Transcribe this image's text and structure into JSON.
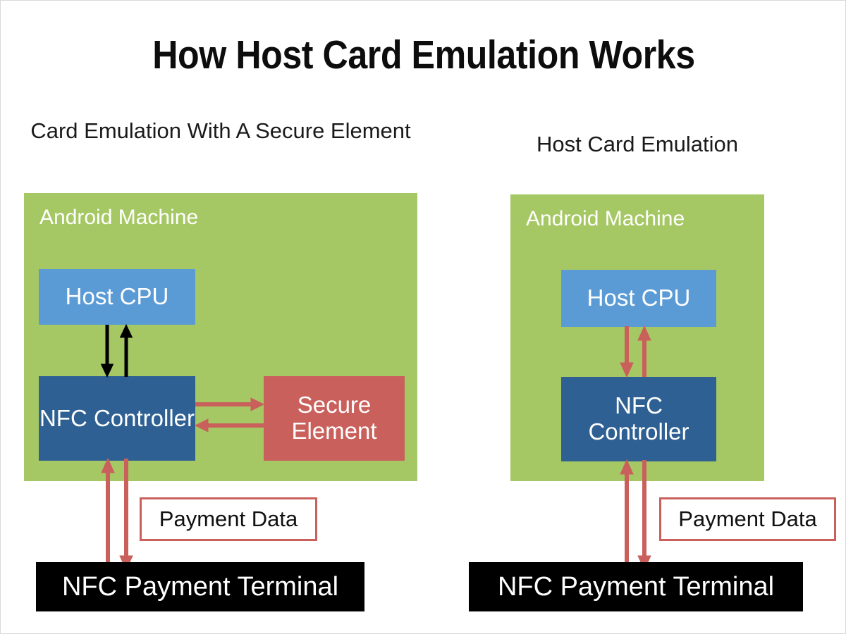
{
  "slide": {
    "title": "How Host Card Emulation Works",
    "background": "#FFFFFF",
    "border_color": "#D9D9D9"
  },
  "palette": {
    "machine_green": "#A6C864",
    "cpu_blue": "#5B9BD5",
    "nfc_blue": "#2E6093",
    "secure_element_red": "#C9605C",
    "arrow_red": "#C9605C",
    "arrow_black": "#000000",
    "terminal_black": "#000000",
    "text_white": "#FFFFFF",
    "text_black": "#0D0D0D"
  },
  "panels": [
    {
      "id": "secure-element",
      "caption": "Card Emulation With A Secure Element",
      "machine_label": "Android Machine",
      "boxes": [
        {
          "id": "host-cpu",
          "label": "Host CPU",
          "color": "#5B9BD5"
        },
        {
          "id": "nfc-controller",
          "label": "NFC Controller",
          "color": "#2E6093"
        },
        {
          "id": "secure-element",
          "label": "Secure Element",
          "color": "#C9605C"
        }
      ],
      "payment_data_label": "Payment Data",
      "terminal_label": "NFC Payment Terminal",
      "arrows": [
        {
          "from": "host-cpu",
          "to": "nfc-controller",
          "direction": "down",
          "color": "#000000"
        },
        {
          "from": "nfc-controller",
          "to": "host-cpu",
          "direction": "up",
          "color": "#000000"
        },
        {
          "from": "nfc-controller",
          "to": "secure-element",
          "direction": "right",
          "color": "#C9605C"
        },
        {
          "from": "secure-element",
          "to": "nfc-controller",
          "direction": "left",
          "color": "#C9605C"
        },
        {
          "from": "terminal",
          "to": "nfc-controller",
          "direction": "up",
          "color": "#C9605C"
        },
        {
          "from": "nfc-controller",
          "to": "terminal",
          "direction": "down",
          "color": "#C9605C"
        }
      ]
    },
    {
      "id": "host-card-emulation",
      "caption": "Host Card Emulation",
      "machine_label": "Android Machine",
      "boxes": [
        {
          "id": "host-cpu",
          "label": "Host CPU",
          "color": "#5B9BD5"
        },
        {
          "id": "nfc-controller",
          "label": "NFC Controller",
          "color": "#2E6093"
        }
      ],
      "payment_data_label": "Payment Data",
      "terminal_label": "NFC Payment Terminal",
      "arrows": [
        {
          "from": "host-cpu",
          "to": "nfc-controller",
          "direction": "down",
          "color": "#C9605C"
        },
        {
          "from": "nfc-controller",
          "to": "host-cpu",
          "direction": "up",
          "color": "#C9605C"
        },
        {
          "from": "terminal",
          "to": "nfc-controller",
          "direction": "up",
          "color": "#C9605C"
        },
        {
          "from": "nfc-controller",
          "to": "terminal",
          "direction": "down",
          "color": "#C9605C"
        }
      ]
    }
  ]
}
